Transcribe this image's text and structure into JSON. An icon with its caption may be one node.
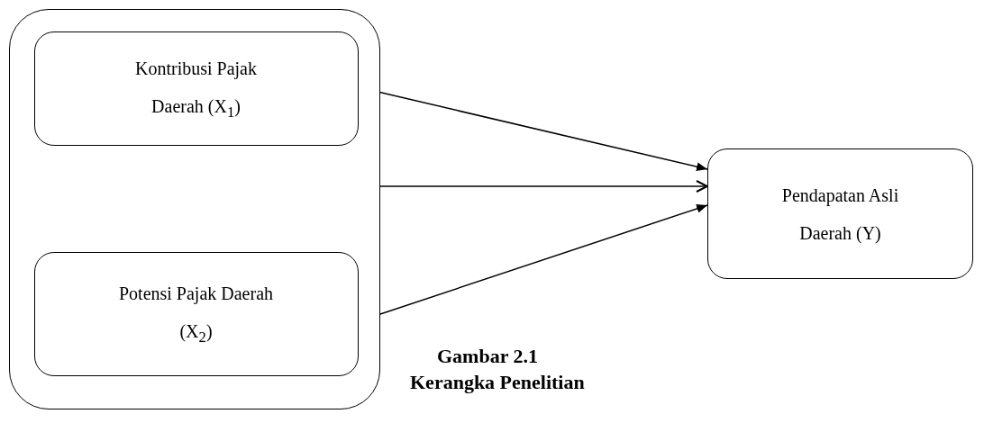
{
  "diagram": {
    "nodes": [
      {
        "text": [],
        "shape": "box"
      },
      {
        "text": [
          "Kontribusi Pajak Daerah (X$_{1}$)"
        ],
        "in": 0
      },
      {
        "text": [
          "Potensi Pajak Daerah (X$_{2}$)"
        ],
        "in": 0
      },
      {
        "text": [
          "Pendapatan Asli Daerah (Y)"
        ]
      }
    ],
    "edges": [
      {
        "from": 1,
        "to": 3,
        "arrow": "to"
      },
      {
        "from": 0,
        "to": 3,
        "arrow": "to"
      },
      {
        "from": 2,
        "to": 3,
        "arrow": "to"
      }
    ],
    "labels": [
      "Gambar 2.1",
      "Kerangka Penelitian"
    ]
  }
}
